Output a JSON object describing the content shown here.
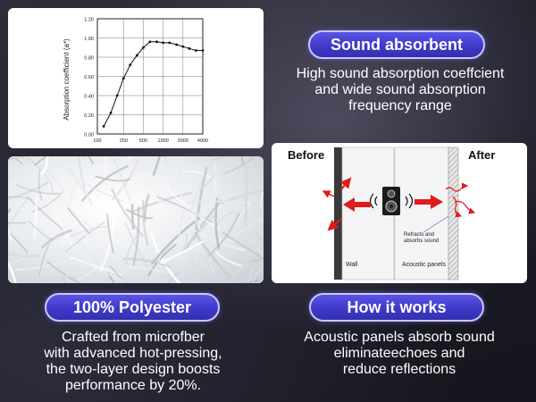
{
  "chart_panel": {
    "chart_data": {
      "type": "line",
      "ylabel": "Absorption coefficient (a*)",
      "xlabel": "",
      "x_ticks": [
        "100",
        "250",
        "500",
        "1000",
        "2000",
        "4000"
      ],
      "y_ticks": [
        "0.00",
        "0.20",
        "0.40",
        "0.60",
        "0.80",
        "1.00",
        "1.20"
      ],
      "ylim": [
        0,
        1.2
      ],
      "x_scale": "log",
      "grid": true,
      "series": [
        {
          "x": [
            125,
            160,
            200,
            250,
            315,
            400,
            500,
            630,
            800,
            1000,
            1250,
            1600,
            2000,
            2500,
            3150,
            4000
          ],
          "y": [
            0.08,
            0.22,
            0.4,
            0.58,
            0.72,
            0.82,
            0.9,
            0.96,
            0.96,
            0.95,
            0.95,
            0.93,
            0.91,
            0.89,
            0.87,
            0.87
          ]
        }
      ]
    }
  },
  "sound_absorbent": {
    "title": "Sound absorbent",
    "description_lines": [
      "High sound absorption coeffcient",
      "and wide sound absorption",
      "frequency range"
    ]
  },
  "diagram": {
    "before_label": "Before",
    "after_label": "After",
    "wall_label": "Wall",
    "panels_label": "Acoustic panels",
    "refracts_label_lines": [
      "Refracts and",
      "absorbs sound"
    ]
  },
  "polyester": {
    "title": "100% Polyester",
    "description_lines": [
      "Crafted from microfber",
      "with advanced hot-pressing,",
      "the two-layer design boosts",
      "performance by 20%."
    ]
  },
  "how_it_works": {
    "title": "How it works",
    "description_lines": [
      "Acoustic panels absorb sound",
      "eliminateechoes and",
      "reduce reflections"
    ]
  },
  "colors": {
    "pill_fill": "#3f3ac8",
    "pill_border": "#c9c6ff",
    "arrow_red": "#e01b1b"
  }
}
